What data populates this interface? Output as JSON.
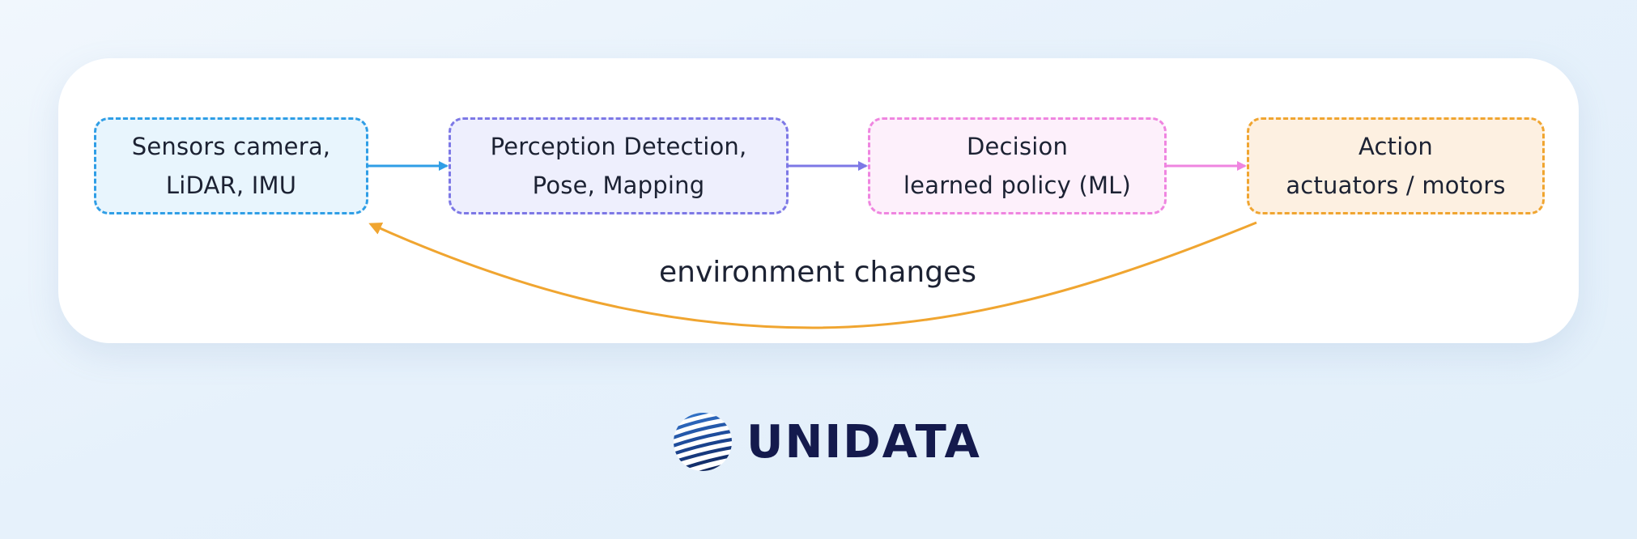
{
  "diagram": {
    "nodes": [
      {
        "id": "sensors",
        "lines": [
          "Sensors camera,",
          "LiDAR, IMU"
        ],
        "border_color": "#2f9ee6",
        "fill_color": "#e8f5fd"
      },
      {
        "id": "perception",
        "lines": [
          "Perception Detection,",
          "Pose, Mapping"
        ],
        "border_color": "#7d78e6",
        "fill_color": "#eeeffd"
      },
      {
        "id": "decision",
        "lines": [
          "Decision",
          "learned policy (ML)"
        ],
        "border_color": "#ef85e0",
        "fill_color": "#fdf0fb"
      },
      {
        "id": "action",
        "lines": [
          "Action",
          "actuators / motors"
        ],
        "border_color": "#f0a530",
        "fill_color": "#fdf0e1"
      }
    ],
    "edges": [
      {
        "from": "sensors",
        "to": "perception",
        "color": "#2f9ee6"
      },
      {
        "from": "perception",
        "to": "decision",
        "color": "#7d78e6"
      },
      {
        "from": "decision",
        "to": "action",
        "color": "#ef85e0"
      },
      {
        "from": "action",
        "to": "sensors",
        "color": "#f0a530",
        "label": "environment changes"
      }
    ]
  },
  "logo": {
    "text": "UNIDATA",
    "icon": "striped-globe-icon",
    "color": "#141a4d"
  }
}
